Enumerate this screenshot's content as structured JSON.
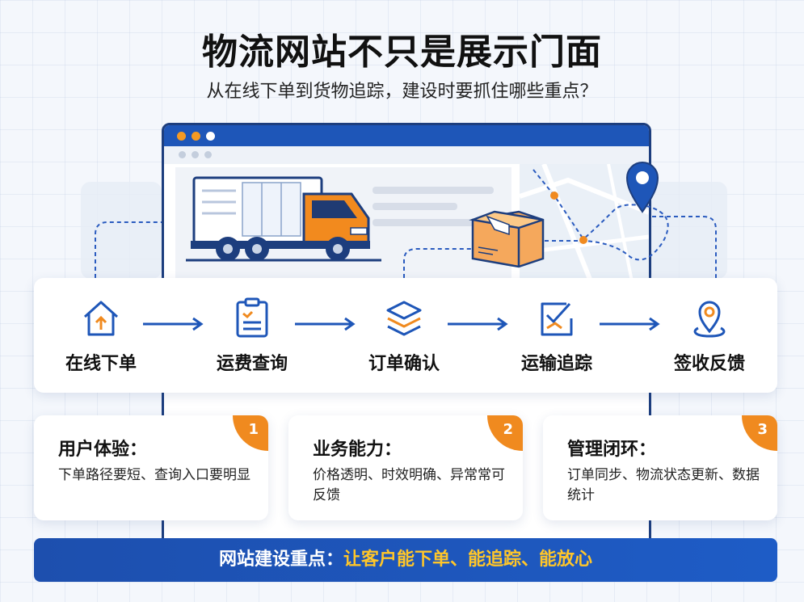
{
  "header": {
    "title": "物流网站不只是展示门面",
    "subtitle": "从在线下单到货物追踪，建设时要抓住哪些重点？"
  },
  "steps": [
    {
      "label": "在线下单",
      "icon": "home-upload-icon"
    },
    {
      "label": "运费查询",
      "icon": "clipboard-list-icon"
    },
    {
      "label": "订单确认",
      "icon": "layers-stack-icon"
    },
    {
      "label": "运输追踪",
      "icon": "checklist-icon"
    },
    {
      "label": "签收反馈",
      "icon": "location-pin-icon"
    }
  ],
  "cards": [
    {
      "number": "1",
      "title": "用户体验：",
      "desc": "下单路径要短、查询入口要明显"
    },
    {
      "number": "2",
      "title": "业务能力：",
      "desc": "价格透明、时效明确、异常常可反馈"
    },
    {
      "number": "3",
      "title": "管理闭环：",
      "desc": "订单同步、物流状态更新、数据统计"
    }
  ],
  "banner": {
    "label": "网站建设重点：",
    "value": "让客户能下单、能追踪、能放心"
  },
  "colors": {
    "primary_blue": "#1e56b8",
    "accent_orange": "#f08a1f",
    "banner_highlight": "#ffc629"
  }
}
